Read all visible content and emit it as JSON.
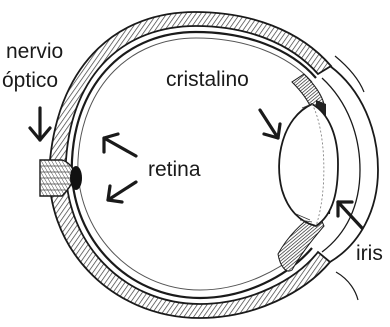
{
  "labels": {
    "nervio_line1": "nervio",
    "nervio_line2": "óptico",
    "cristalino": "cristalino",
    "retina": "retina",
    "iris": "iris"
  },
  "colors": {
    "ink": "#1a1a1a",
    "hatch_dark": "#2a2a2a",
    "hatch_mid": "#8a8a8a",
    "paper": "#ffffff"
  }
}
